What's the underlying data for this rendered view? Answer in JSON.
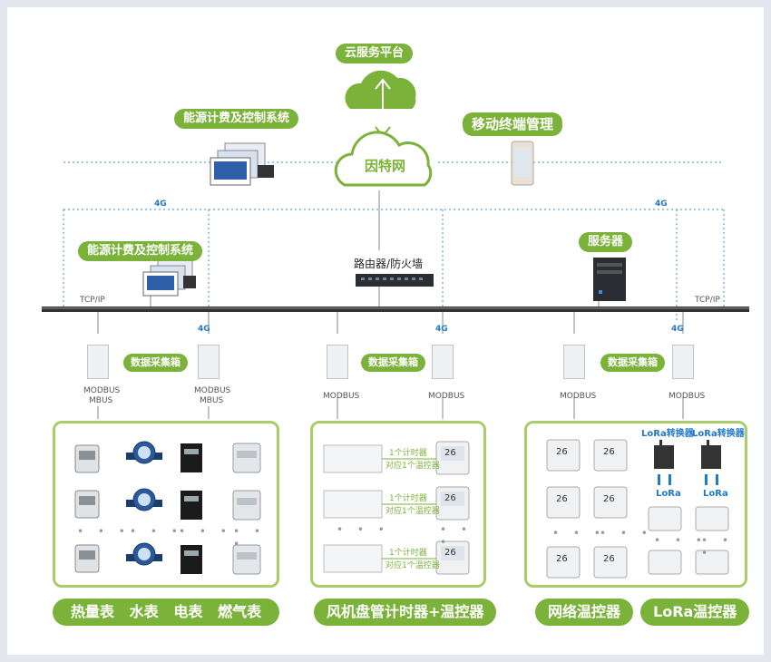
{
  "cloud_platform": "云服务平台",
  "internet": "因特网",
  "mobile_mgmt": "移动终端管理",
  "energy_system_top": "能源计费及控制系统",
  "energy_system_mid": "能源计费及控制系统",
  "server": "服务器",
  "router": "路由器/防火墙",
  "tcpip_left": "TCP/IP",
  "tcpip_right": "TCP/IP",
  "data_box_labels": [
    "数据采集箱",
    "数据采集箱",
    "数据采集箱"
  ],
  "protocols": [
    "MODBUS",
    "MBUS",
    "MODBUS",
    "MBUS",
    "MODBUS",
    "MODBUS",
    "MODBUS",
    "MODBUS"
  ],
  "fourg": "4G",
  "fcu": {
    "line1": "1个计时器",
    "line2": "对应1个温控器"
  },
  "lora_converter": "LoRa转换器",
  "lora": "LoRa",
  "thermo_display": "26",
  "dots": "• • •",
  "bottom_labels": [
    "热量表",
    "水表",
    "电表",
    "燃气表",
    "风机盘管计时器+温控器",
    "网络温控器",
    "LoRa温控器"
  ],
  "colors": {
    "green": "#7bb23a",
    "panel_border": "#a8cd69",
    "line_blue": "#3b8fd4",
    "bus": "#333333"
  }
}
